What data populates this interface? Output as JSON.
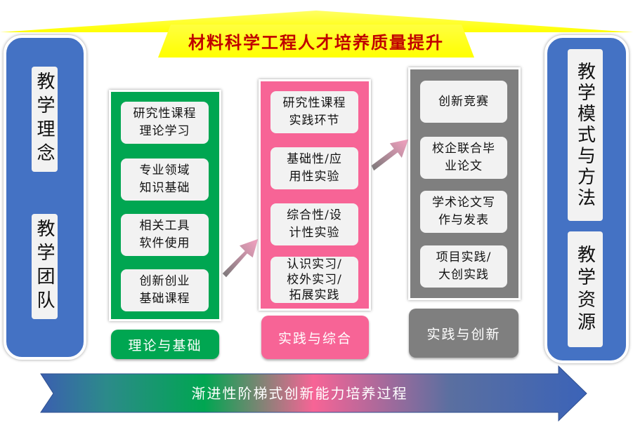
{
  "title": "材料科学工程人才培养质量提升",
  "left_panel": {
    "items": [
      "教学理念",
      "教学团队"
    ]
  },
  "right_panel": {
    "items": [
      "教学模式与方法",
      "教学资源"
    ]
  },
  "columns": [
    {
      "label": "理论与基础",
      "color": "#00a651",
      "items": [
        "研究性课程\n理论学习",
        "专业领域\n知识基础",
        "相关工具\n软件使用",
        "创新创业\n基础课程"
      ]
    },
    {
      "label": "实践与综合",
      "color": "#f76496",
      "items": [
        "研究性课程\n实践环节",
        "基础性/应\n用性实验",
        "综合性/设\n计性实验",
        "认识实习/\n校外实习/\n拓展实践"
      ]
    },
    {
      "label": "实践与创新",
      "color": "#7f7f7f",
      "items": [
        "创新竞赛",
        "校企联合毕\n业论文",
        "学术论文写\n作与发表",
        "项目实践/\n大创实践"
      ]
    }
  ],
  "process_arrow": "渐进性阶梯式创新能力培养过程"
}
